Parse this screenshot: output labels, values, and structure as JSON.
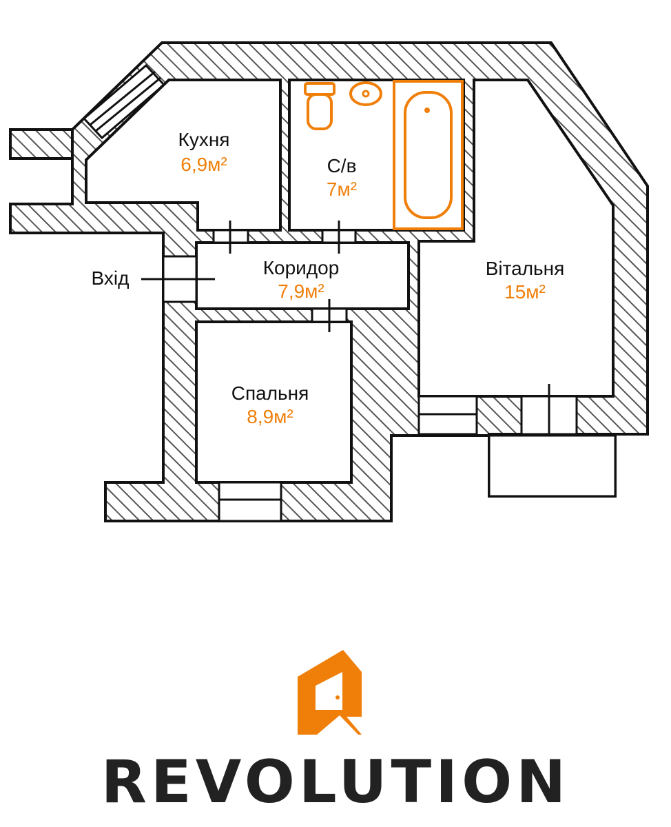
{
  "rooms": {
    "kitchen": {
      "name": "Кухня",
      "area": "6,9м²"
    },
    "bathroom": {
      "name": "С/в",
      "area": "7м²"
    },
    "corridor": {
      "name": "Коридор",
      "area": "7,9м²"
    },
    "living": {
      "name": "Вітальня",
      "area": "15м²"
    },
    "bedroom": {
      "name": "Спальня",
      "area": "8,9м²"
    }
  },
  "entrance_label": "Вхід",
  "brand": {
    "name": "REVOLUTION",
    "logo_icon": "revolution-logo-icon",
    "accent": "#f07f0a"
  }
}
